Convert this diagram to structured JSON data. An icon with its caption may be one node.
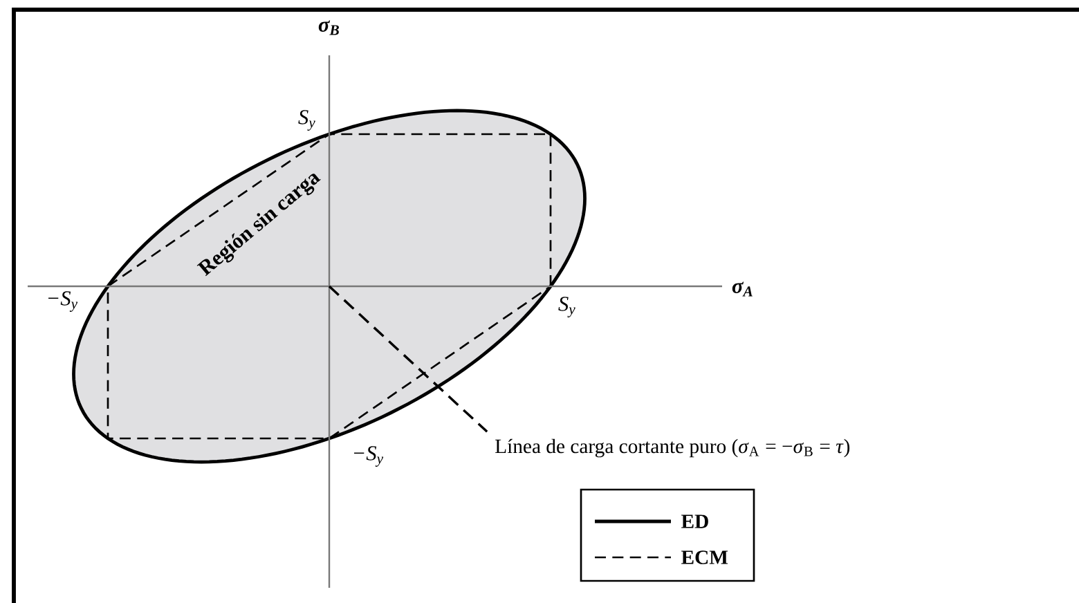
{
  "diagram": {
    "nodes": [
      {
        "text": [
          "Región sin carga"
        ]
      },
      {
        "text": [
          "Línea de carga cortante puro (*σ*$_{A}$ = −*σ*$_{B}$ = *τ*)"
        ]
      }
    ],
    "edges": [
      {
        "from": 0,
        "to": 1,
        "arrow": "none",
        "style": "dashed"
      }
    ],
    "labels": [
      "σ$_{B}$",
      "S$_{y}$",
      "−S$_{y}$",
      "S$_{y}$",
      "σ$_{A}$",
      "−S$_{y}$"
    ],
    "legend": [
      {
        "text": "ED"
      },
      {
        "text": "ECM"
      }
    ]
  }
}
